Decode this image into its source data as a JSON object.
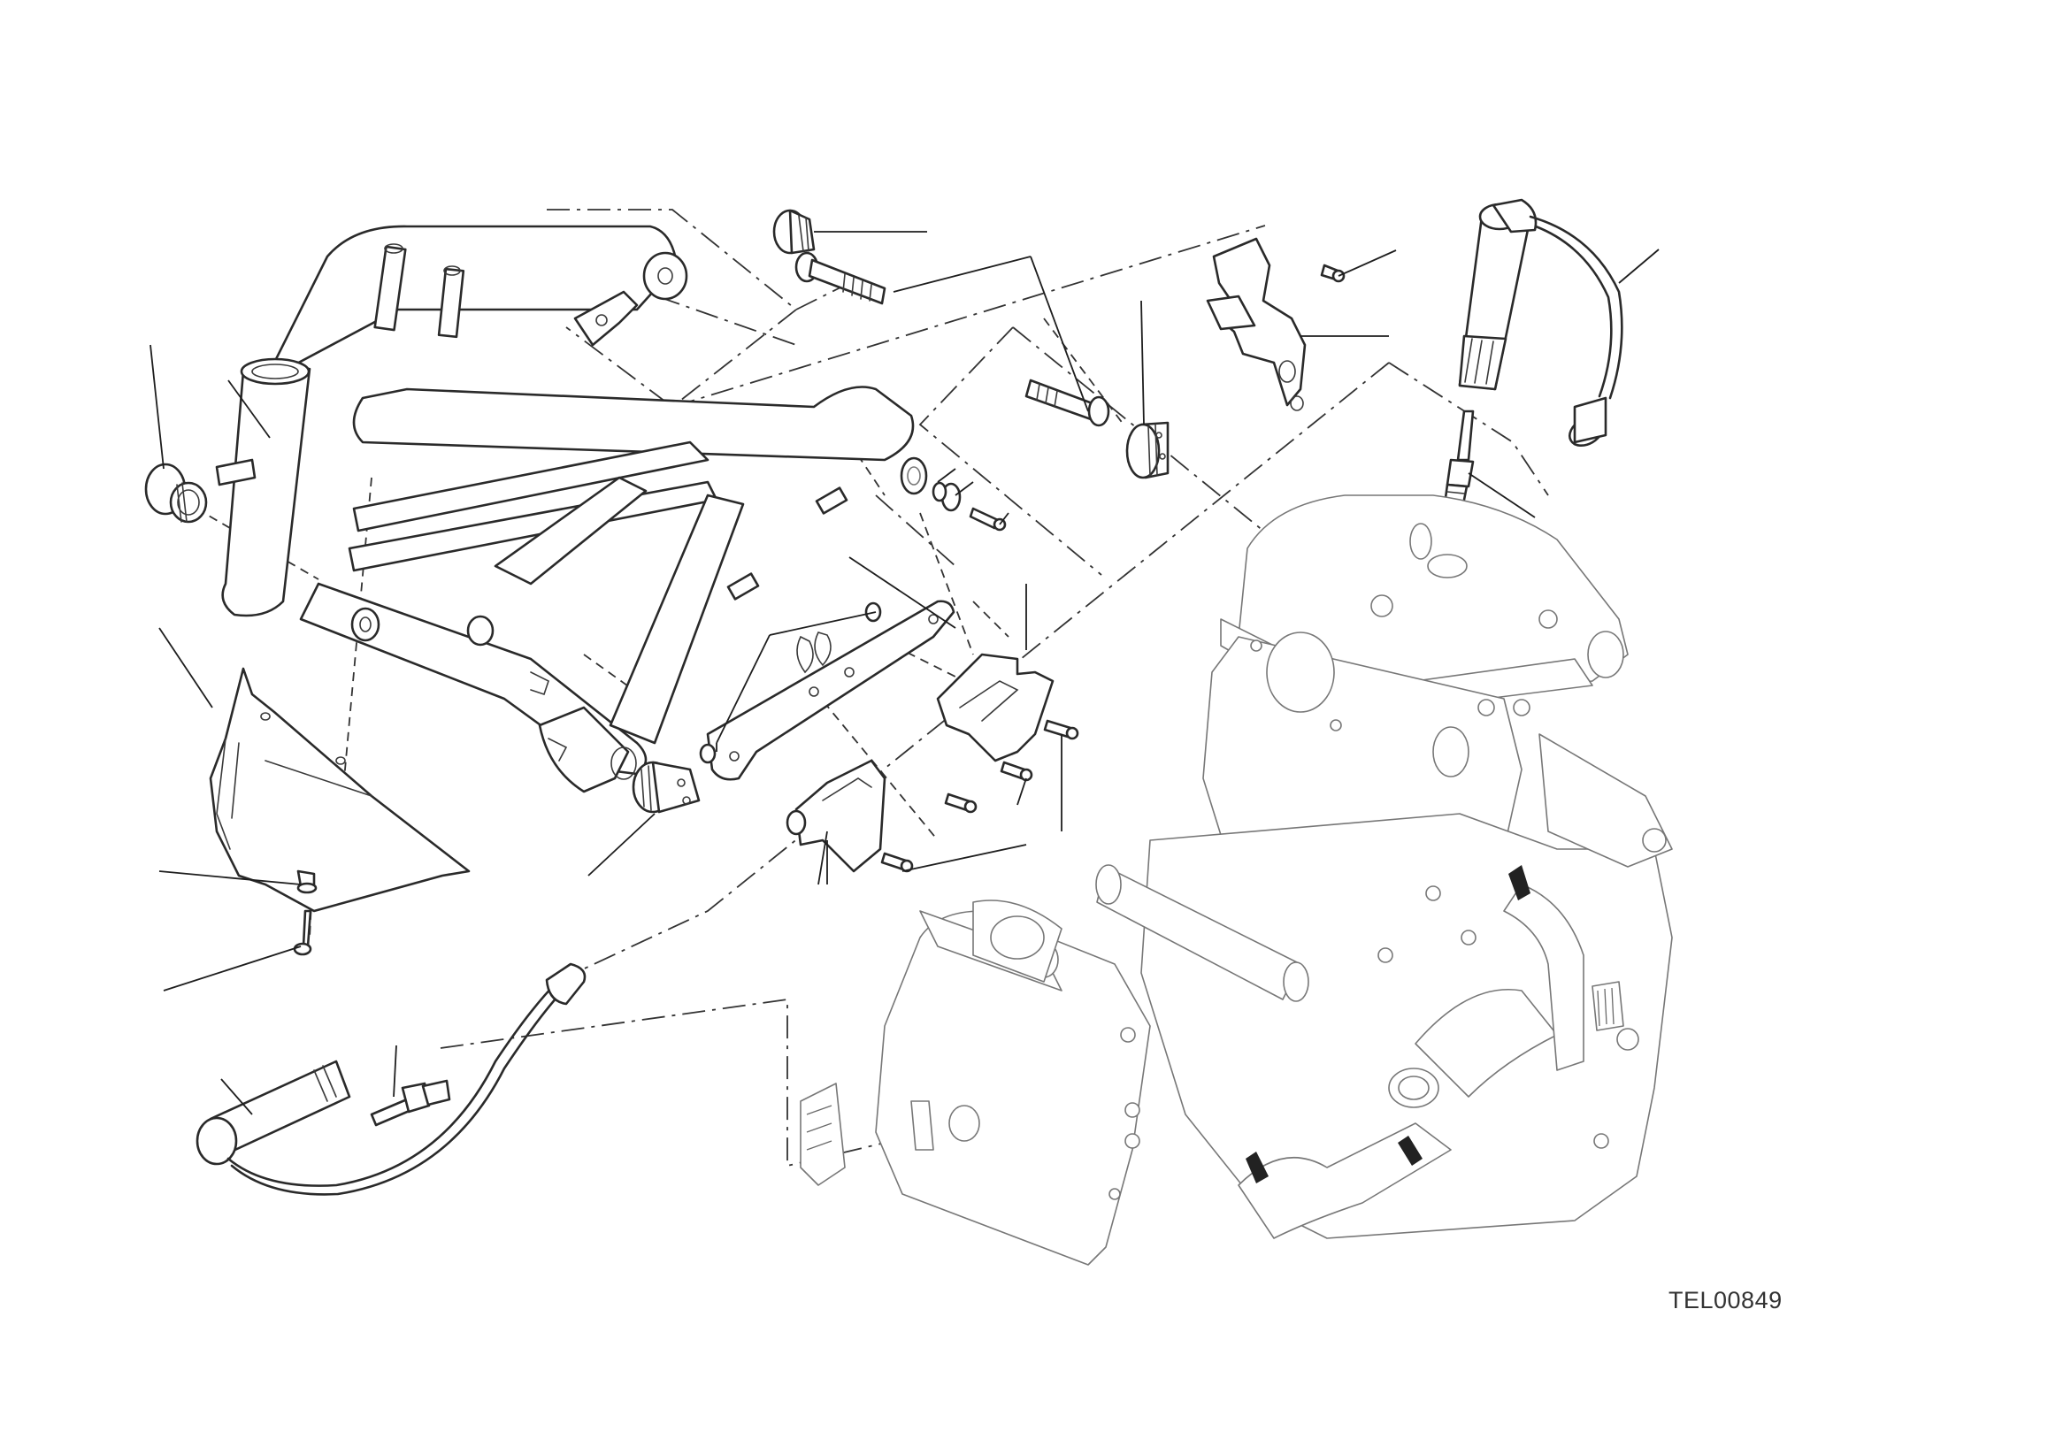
{
  "diagram": {
    "type": "exploded-view parts diagram",
    "subject": "Motorcycle ignition system with frame and engine",
    "drawing_code": "TEL00849",
    "components": [
      "frame",
      "frame-plug-left",
      "frame-plug-right",
      "rubber-grommet-upper",
      "spacer-bolt-upper",
      "spacer-bolt-middle",
      "rubber-grommet-middle",
      "serrated-washer",
      "washer",
      "screw",
      "coil-mount-bracket-top",
      "bracket-screw-top",
      "ht-cable-vertical",
      "spark-plug-vertical",
      "side-cover",
      "rivet-nut",
      "rivet",
      "ignition-coil-bracket",
      "ignition-coil-front",
      "ignition-coil-rear",
      "coil-screws",
      "ht-cable-horizontal",
      "spark-plug-horizontal",
      "engine"
    ]
  }
}
